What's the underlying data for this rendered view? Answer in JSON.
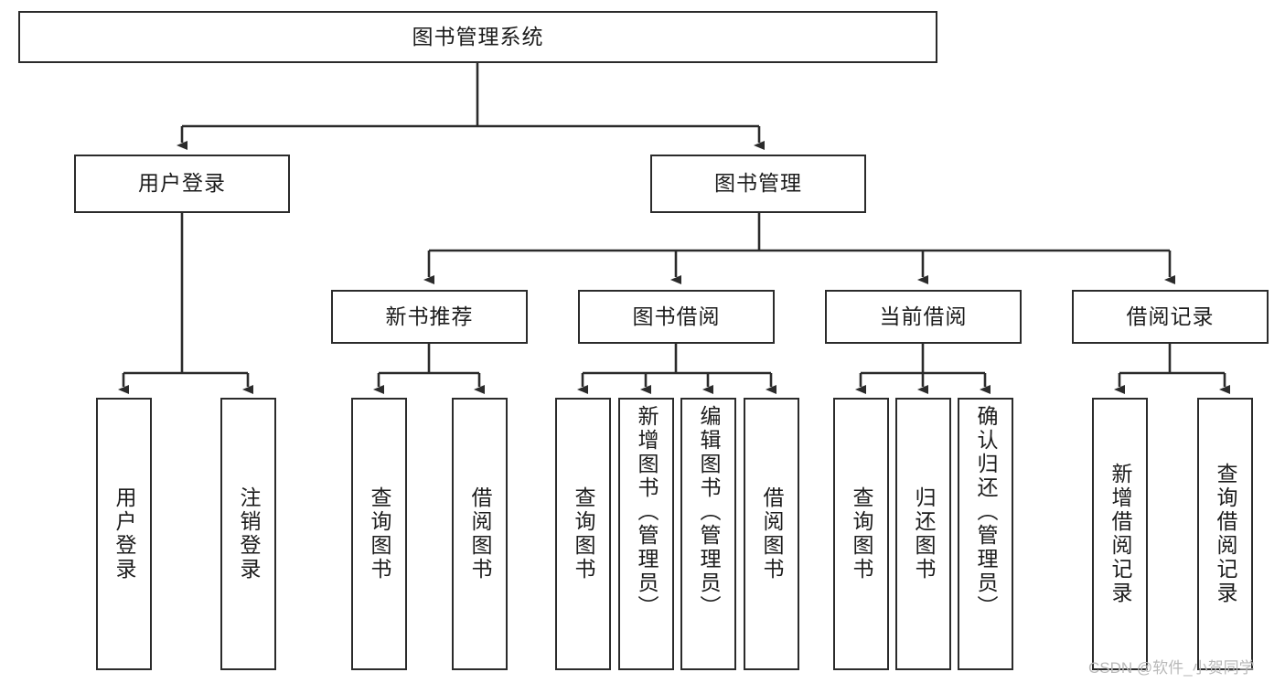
{
  "diagram": {
    "title": "图书管理系统",
    "type": "tree-hierarchy",
    "watermark": "CSDN @软件_小贺同学",
    "colors": {
      "stroke": "#2b2b2b",
      "fill": "#ffffff",
      "text": "#1c1c1c",
      "watermark": "#b9b9b9"
    },
    "root": {
      "label": "图书管理系统"
    },
    "level2": [
      {
        "label": "用户登录"
      },
      {
        "label": "图书管理"
      }
    ],
    "level3": [
      {
        "label": "新书推荐"
      },
      {
        "label": "图书借阅"
      },
      {
        "label": "当前借阅"
      },
      {
        "label": "借阅记录"
      }
    ],
    "leaves_user_login": [
      {
        "label": "用户登录"
      },
      {
        "label": "注销登录"
      }
    ],
    "leaves_new_book": [
      {
        "label": "查询图书"
      },
      {
        "label": "借阅图书"
      }
    ],
    "leaves_borrow": [
      {
        "label": "查询图书"
      },
      {
        "label": "新增图书（管理员）"
      },
      {
        "label": "编辑图书（管理员）"
      },
      {
        "label": "借阅图书"
      }
    ],
    "leaves_current": [
      {
        "label": "查询图书"
      },
      {
        "label": "归还图书"
      },
      {
        "label": "确认归还（管理员）"
      }
    ],
    "leaves_record": [
      {
        "label": "新增借阅记录"
      },
      {
        "label": "查询借阅记录"
      }
    ]
  }
}
